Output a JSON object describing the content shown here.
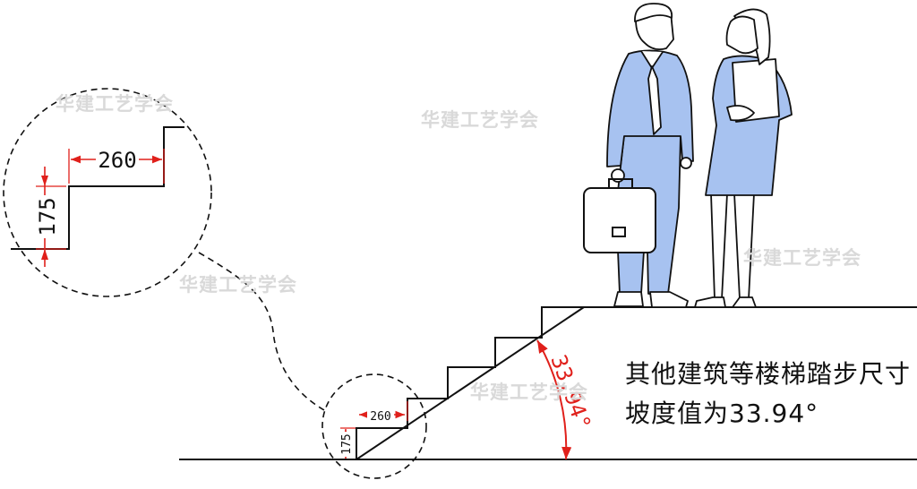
{
  "colors": {
    "line": "#111111",
    "dimension": "#e0201b",
    "person_fill": "#a7c2f0",
    "watermark": "#d9d9d9"
  },
  "watermark": "华建工艺学会",
  "detail": {
    "tread": "260",
    "riser": "175"
  },
  "angle_label": "33.94°",
  "caption": {
    "line1": "其他建筑等楼梯踏步尺寸",
    "line2": "坡度值为33.94°"
  }
}
